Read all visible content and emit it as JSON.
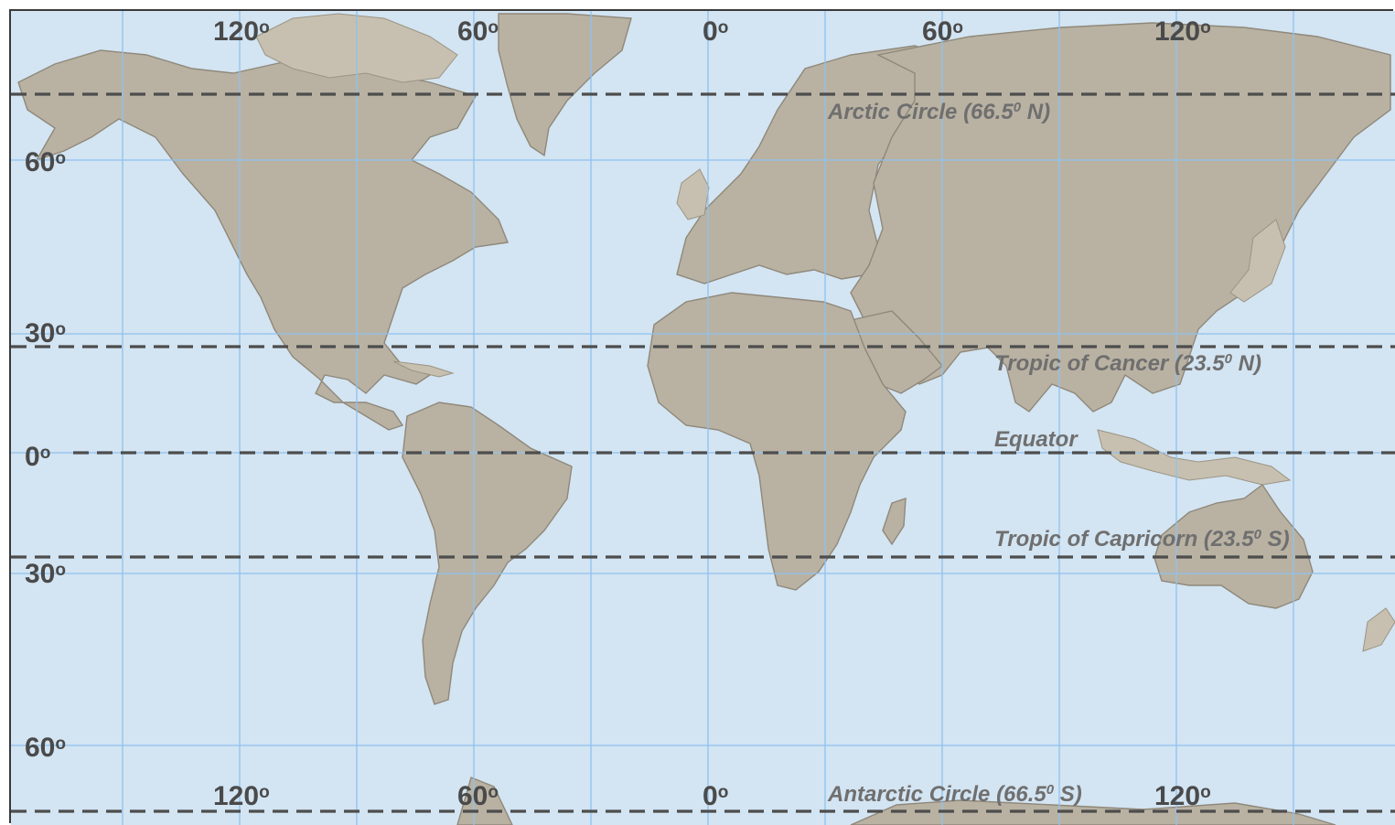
{
  "colors": {
    "ocean": "#d3e4f2",
    "land": "#b9b2a3",
    "grid": "#8fc1ee",
    "dash": "#4d4d4d",
    "label": "#4a4a4a"
  },
  "longitude_labels_top": [
    {
      "deg": "120",
      "sup": "o"
    },
    {
      "deg": "60",
      "sup": "o"
    },
    {
      "deg": "0",
      "sup": "o"
    },
    {
      "deg": "60",
      "sup": "o"
    },
    {
      "deg": "120",
      "sup": "o"
    }
  ],
  "longitude_labels_bottom": [
    {
      "deg": "120",
      "sup": "o"
    },
    {
      "deg": "60",
      "sup": "o"
    },
    {
      "deg": "0",
      "sup": "o"
    },
    {
      "deg": "120",
      "sup": "o"
    }
  ],
  "latitude_labels": [
    {
      "deg": "60",
      "sup": "o"
    },
    {
      "deg": "30",
      "sup": "o"
    },
    {
      "deg": "0",
      "sup": "o"
    },
    {
      "deg": "30",
      "sup": "o"
    },
    {
      "deg": "60",
      "sup": "o"
    }
  ],
  "circles": {
    "arctic": {
      "pre": "Arctic Circle (66.5",
      "sup": "0",
      "post": " N)"
    },
    "cancer": {
      "pre": "Tropic of Cancer (23.5",
      "sup": "0",
      "post": " N)"
    },
    "equator": {
      "pre": "Equator",
      "sup": "",
      "post": ""
    },
    "capricorn": {
      "pre": "Tropic of Capricorn (23.5",
      "sup": "0",
      "post": " S)"
    },
    "antarctic": {
      "pre": "Antarctic Circle (66.5",
      "sup": "0",
      "post": " S)"
    }
  }
}
